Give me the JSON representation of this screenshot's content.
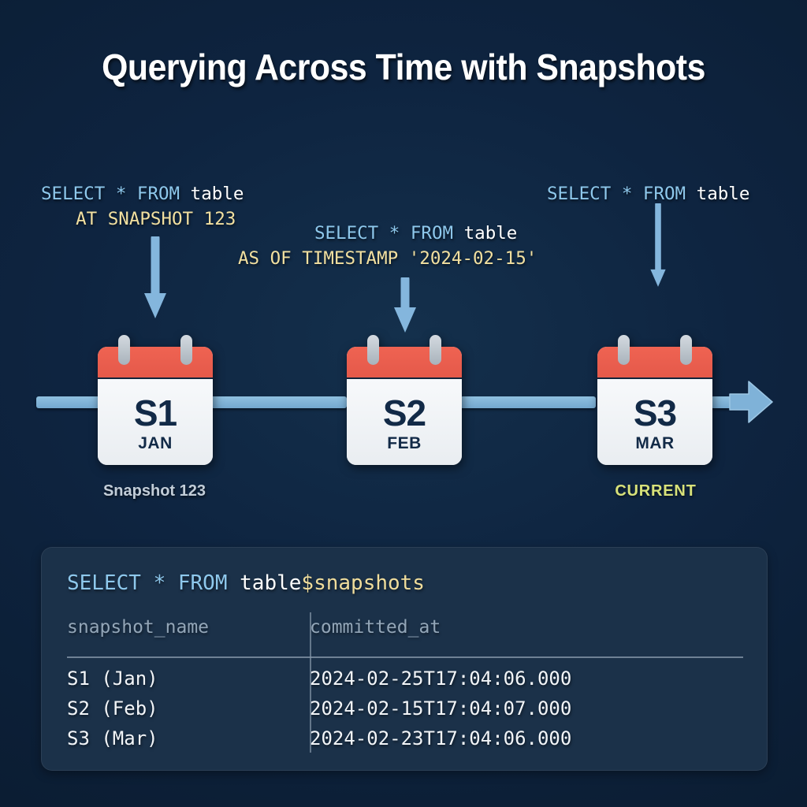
{
  "title": "Querying Across Time with Snapshots",
  "colors": {
    "background": "#0e2440",
    "panel": "#1b3149",
    "keyword": "#8ec8ec",
    "identifier": "#ffffff",
    "clause": "#f2e0a0",
    "timeline": "#7aafd4",
    "calendar_cap": "#ef6352",
    "calendar_face": "#f4f6f8",
    "calendar_text": "#122a47",
    "current_label": "#d8e27a",
    "snapshot_label": "#c2cdd8"
  },
  "queries": [
    {
      "id": "query-snapshot",
      "line1_keyword": "SELECT * FROM",
      "line1_table": " table",
      "line2_clause": "AT SNAPSHOT 123"
    },
    {
      "id": "query-timestamp",
      "line1_keyword": "SELECT * FROM",
      "line1_table": " table",
      "line2_clause": "AS OF TIMESTAMP '2024-02-15'"
    },
    {
      "id": "query-current",
      "line1_keyword": "SELECT * FROM",
      "line1_table": " table",
      "line2_clause": ""
    }
  ],
  "timeline": {
    "snapshots": [
      {
        "id": "S1",
        "month": "JAN",
        "label": "Snapshot 123"
      },
      {
        "id": "S2",
        "month": "FEB",
        "label": ""
      },
      {
        "id": "S3",
        "month": "MAR",
        "label": "CURRENT"
      }
    ]
  },
  "panel": {
    "query": {
      "keyword": "SELECT * FROM",
      "table": " table",
      "system_suffix": "$snapshots"
    },
    "columns": [
      "snapshot_name",
      "committed_at"
    ],
    "rows": [
      {
        "snapshot_name": "S1 (Jan)",
        "committed_at": "2024-02-25T17:04:06.000"
      },
      {
        "snapshot_name": "S2 (Feb)",
        "committed_at": "2024-02-15T17:04:07.000"
      },
      {
        "snapshot_name": "S3 (Mar)",
        "committed_at": "2024-02-23T17:04:06.000"
      }
    ]
  }
}
